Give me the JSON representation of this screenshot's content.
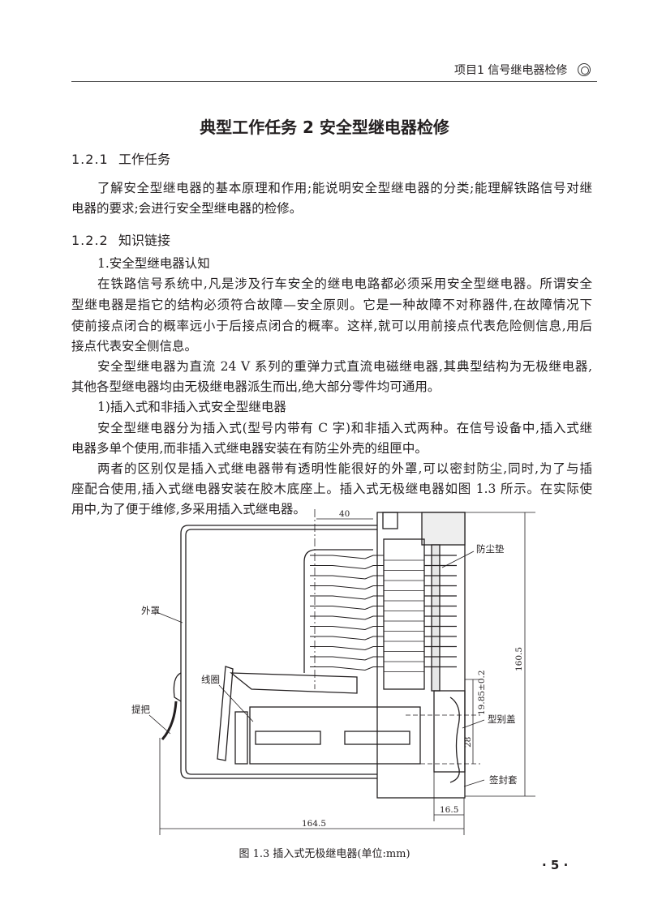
{
  "header": {
    "running_title": "项目1  信号继电器检修"
  },
  "title": "典型工作任务 2   安全型继电器检修",
  "sections": [
    {
      "number": "1.2.1",
      "heading": "工作任务",
      "lines": [
        "了解安全型继电器的基本原理和作用;能说明安全型继电器的分类;能理解铁路信号对继",
        "电器的要求;会进行安全型继电器的检修。"
      ]
    },
    {
      "number": "1.2.2",
      "heading": "知识链接",
      "lines": [
        "1.安全型继电器认知",
        "在铁路信号系统中,凡是涉及行车安全的继电电路都必须采用安全型继电器。所谓安全",
        "型继电器是指它的结构必须符合故障—安全原则。它是一种故障不对称器件,在故障情况下",
        "使前接点闭合的概率远小于后接点闭合的概率。这样,就可以用前接点代表危险侧信息,用后",
        "接点代表安全侧信息。",
        "安全型继电器为直流 24 V 系列的重弹力式直流电磁继电器,其典型结构为无极继电器,",
        "其他各型继电器均由无极继电器派生而出,绝大部分零件均可通用。",
        "1)插入式和非插入式安全型继电器",
        "安全型继电器分为插入式(型号内带有 C 字)和非插入式两种。在信号设备中,插入式继",
        "电器多单个使用,而非插入式继电器安装在有防尘外壳的组匣中。",
        "两者的区别仅是插入式继电器带有透明性能很好的外罩,可以密封防尘,同时,为了与插",
        "座配合使用,插入式继电器安装在胶木底座上。插入式无极继电器如图 1.3 所示。在实际使",
        "用中,为了便于维修,多采用插入式继电器。"
      ]
    }
  ],
  "figure": {
    "labels": {
      "cover": "外罩",
      "coil": "线圈",
      "handle": "提把",
      "dust_pad": "防尘垫",
      "type_cap": "型别盖",
      "seal_sleeve": "签封套"
    },
    "dimensions": {
      "d40": "40",
      "d160_5": "160.5",
      "d19_85": "19.85±0.2",
      "d28": "28",
      "d164_5": "164.5",
      "d16_5": "16.5"
    },
    "caption": "图 1.3   插入式无极继电器(单位:mm)"
  },
  "page_number": "· 5 ·"
}
